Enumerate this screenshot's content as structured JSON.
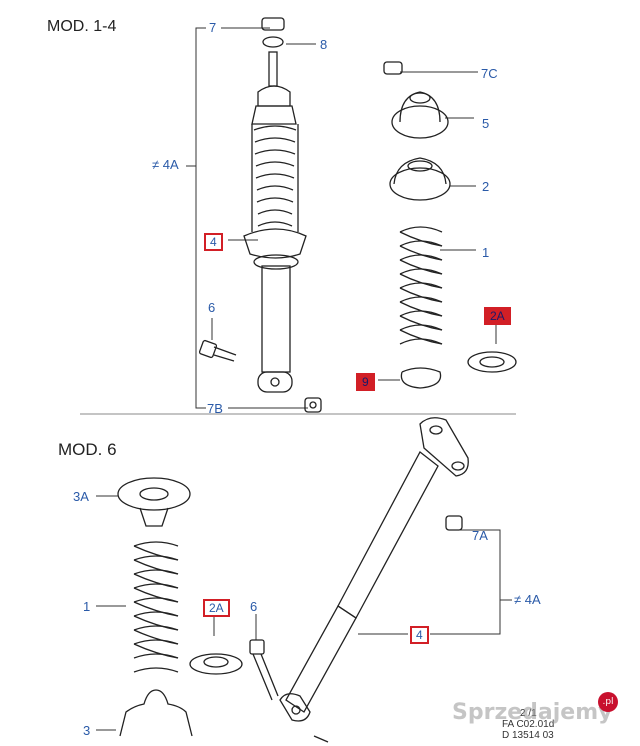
{
  "headings": {
    "mod_top": "MOD. 1-4",
    "mod_bottom": "MOD. 6"
  },
  "top_labels": {
    "l7": "7",
    "l8": "8",
    "l7c": "7C",
    "l5": "5",
    "l4a": "4A",
    "l2": "2",
    "l4": "4",
    "l1": "1",
    "l6": "6",
    "l2a": "2A",
    "l9": "9",
    "l7b": "7B"
  },
  "bottom_labels": {
    "l3a": "3A",
    "l1": "1",
    "l2a": "2A",
    "l6": "6",
    "l7a": "7A",
    "l4a": "4A",
    "l4": "4",
    "l3": "3"
  },
  "reference": {
    "line1": "2 /1",
    "line2": "FA C02.01d",
    "line3": "D 13514 03"
  },
  "watermark": {
    "text": "Sprzedajemy",
    "suffix": ".pl"
  },
  "colors": {
    "label": "#2a5aa8",
    "highlight": "#d21f26",
    "line": "#333333"
  }
}
